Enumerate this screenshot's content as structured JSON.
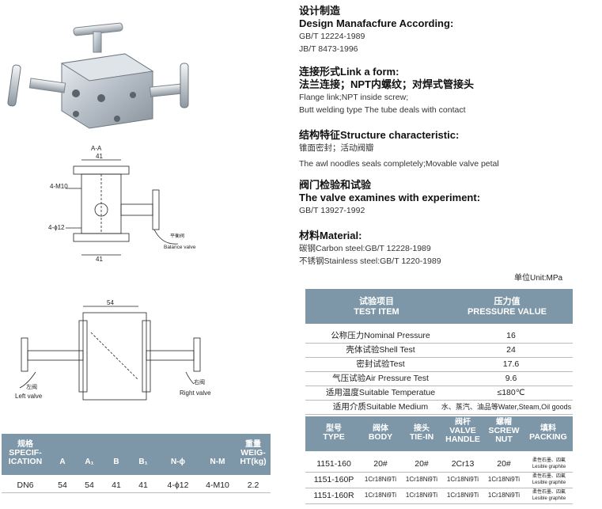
{
  "spec": {
    "design": {
      "title": "设计制造",
      "subtitle": "Design Manafacfure According:",
      "lines": [
        "GB/T 12224-1989",
        "JB/T 8473-1996"
      ]
    },
    "connection": {
      "title": "连接形式Link a form:",
      "subtitle": "法兰连接；NPT内螺纹；对焊式管接头",
      "lines": [
        "Flange link;NPT inside screw;",
        "Butt welding type The tube deals with contact"
      ]
    },
    "structure": {
      "title": "结构特征Structure characteristic:",
      "lines": [
        "锥面密封；活动阀瓣",
        "The awl noodles seals completely;Movable valve petal"
      ]
    },
    "test": {
      "title": "阀门检验和试验",
      "subtitle": "The valve examines with experiment:",
      "lines": [
        "GB/T 13927-1992"
      ]
    },
    "material": {
      "title": "材料Material:",
      "lines": [
        "碳钢Carbon steel:GB/T 12228-1989",
        "不锈钢Stainless steel:GB/T 1220-1989"
      ]
    }
  },
  "unit_label": "单位Unit:MPa",
  "pressure_table": {
    "header": {
      "test_cn": "试验项目",
      "test_en": "TEST ITEM",
      "pressure_cn": "压力值",
      "pressure_en": "PRESSURE VALUE"
    },
    "rows": [
      {
        "item": "公称压力Nominal Pressure",
        "value": "16"
      },
      {
        "item": "壳体试验Shell Test",
        "value": "24"
      },
      {
        "item": "密封试验Test",
        "value": "17.6"
      },
      {
        "item": "气压试验Air Pressure Test",
        "value": "9.6"
      },
      {
        "item": "适用温度Suitable Temperatue",
        "value": "≤180℃"
      },
      {
        "item": "适用介质Suitable Medium",
        "value": "水、蒸汽、油品等Water,Steam,Oil goods"
      }
    ]
  },
  "model_table": {
    "header": [
      {
        "cn": "型号",
        "en": "TYPE"
      },
      {
        "cn": "阀体",
        "en": "BODY"
      },
      {
        "cn": "接头",
        "en": "TIE-IN"
      },
      {
        "cn": "阀杆",
        "en": "VALVE HANDLE"
      },
      {
        "cn": "螺帽",
        "en": "SCREW NUT"
      },
      {
        "cn": "填料",
        "en": "PACKING"
      }
    ],
    "rows": [
      {
        "type": "1151-160",
        "body": "20#",
        "tiein": "20#",
        "handle": "2Cr13",
        "nut": "20#",
        "packing": "柔性石墨、四氟 Lesible graphite"
      },
      {
        "type": "1151-160P",
        "body": "1Cr18Ni9Ti",
        "tiein": "1Cr18Ni9Ti",
        "handle": "1Cr18Ni9Ti",
        "nut": "1Cr18Ni9Ti",
        "packing": "柔性石墨、四氟 Lesible graphite"
      },
      {
        "type": "1151-160R",
        "body": "1Cr18Ni9Ti",
        "tiein": "1Cr18Ni9Ti",
        "handle": "1Cr18Ni9Ti",
        "nut": "1Cr18Ni9Ti",
        "packing": "柔性石墨、四氟 Lesible graphite"
      }
    ]
  },
  "dim_table": {
    "header": [
      {
        "cn": "规格",
        "en": "SPECIF-ICATION"
      },
      {
        "cn": "",
        "en": "A"
      },
      {
        "cn": "",
        "en": "A₁"
      },
      {
        "cn": "",
        "en": "B"
      },
      {
        "cn": "",
        "en": "B₁"
      },
      {
        "cn": "",
        "en": "N-ϕ"
      },
      {
        "cn": "",
        "en": "N-M"
      },
      {
        "cn": "重量",
        "en": "WEIG-HT(kg)"
      }
    ],
    "row": [
      "DN6",
      "54",
      "54",
      "41",
      "41",
      "4-ϕ12",
      "4-M10",
      "2.2"
    ]
  },
  "drawing_top": {
    "section": "A-A",
    "dim_top": "41",
    "dim_bottom": "41",
    "label_m": "4-M10",
    "label_hole": "4-ϕ12",
    "balance_cn": "平衡阀",
    "balance_en": "Balance valve"
  },
  "drawing_bottom": {
    "dim": "54",
    "left_cn": "左阀",
    "left_en": "Left valve",
    "right_cn": "右阀",
    "right_en": "Right valve"
  }
}
